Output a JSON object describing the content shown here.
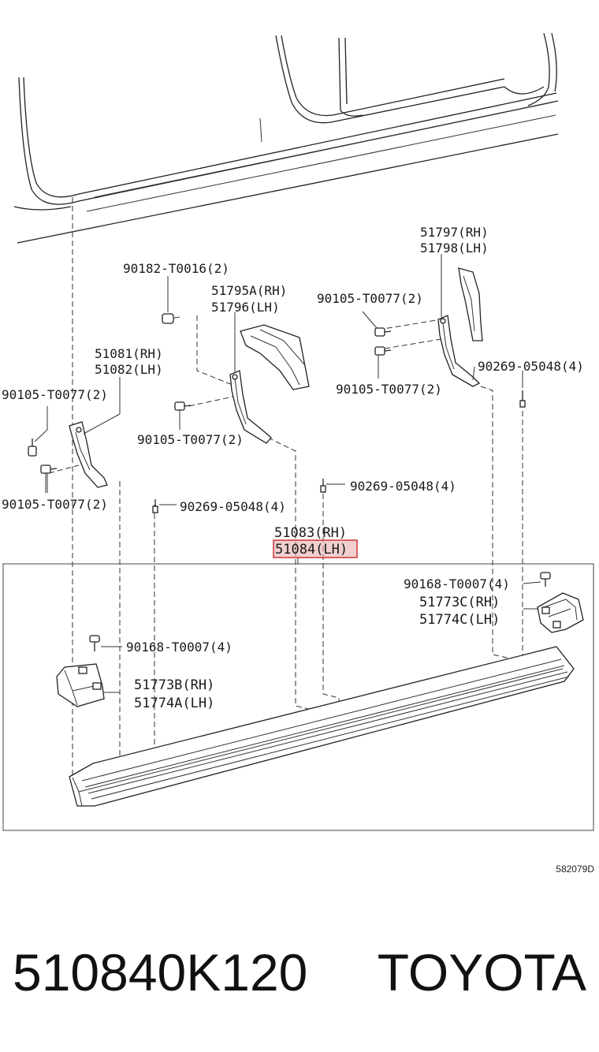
{
  "diagram_code": "582079D",
  "highlight_color": "#e8a8a8",
  "labels": {
    "p90182": "90182-T0016(2)",
    "p51795a": "51795A(RH)",
    "p51796": "51796(LH)",
    "p51797": "51797(RH)",
    "p51798": "51798(LH)",
    "p90105_top": "90105-T0077(2)",
    "p90105_mid": "90105-T0077(2)",
    "p90269_right": "90269-05048(4)",
    "p51081": "51081(RH)",
    "p51082": "51082(LH)",
    "p90105_left_top": "90105-T0077(2)",
    "p90105_center": "90105-T0077(2)",
    "p90105_left_bottom": "90105-T0077(2)",
    "p90269_left": "90269-05048(4)",
    "p90269_center": "90269-05048(4)",
    "p51083": "51083(RH)",
    "p51084": "51084(LH)",
    "p90168_right": "90168-T0007(4)",
    "p51773c": "51773C(RH)",
    "p51774c": "51774C(LH)",
    "p90168_left": "90168-T0007(4)",
    "p51773b": "51773B(RH)",
    "p51774a": "51774A(LH)"
  },
  "footer": {
    "part_number": "510840K120",
    "brand": "TOYOTA"
  }
}
